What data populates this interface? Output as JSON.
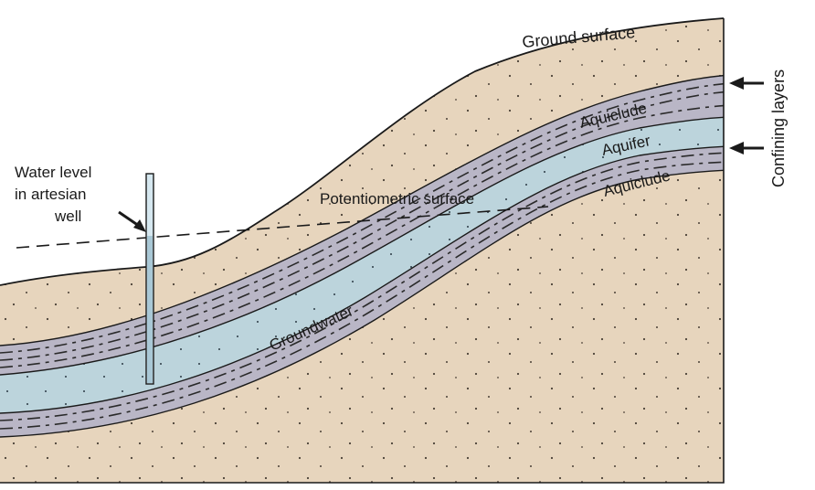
{
  "diagram": {
    "labels": {
      "ground_surface": "Ground surface",
      "confining_layers": "Confining layers",
      "aquiclude_upper": "Aquiclude",
      "aquifer": "Aquifer",
      "aquiclude_lower": "Aquiclude",
      "potentiometric_surface": "Potentiometric surface",
      "water_level_line1": "Water level",
      "water_level_line2": "in artesian",
      "water_level_line3": "well",
      "groundwater": "Groundwater"
    },
    "colors": {
      "sand": "#e7d5bd",
      "aquiclude": "#b9b6c6",
      "aquifer": "#bcd4dc",
      "outline": "#1a1a1a",
      "well": "#d6e8f0"
    }
  }
}
